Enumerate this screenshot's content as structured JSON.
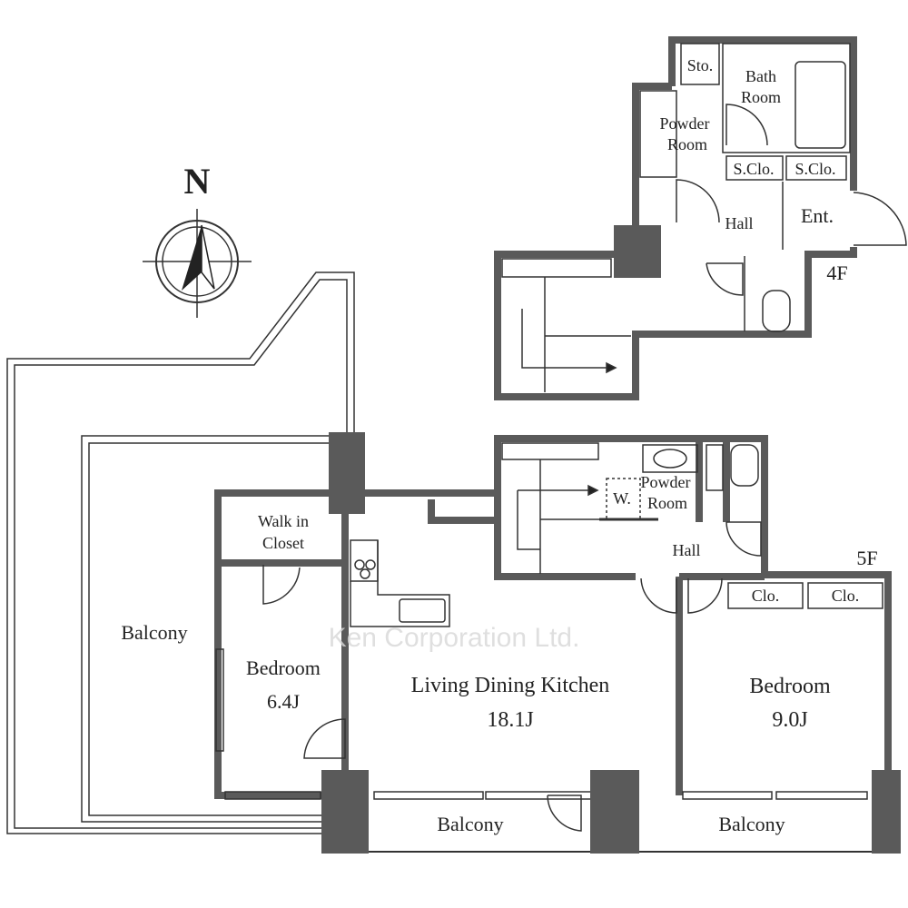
{
  "compass": {
    "north_label": "N"
  },
  "floor4": {
    "floor_label": "4F",
    "rooms": {
      "storage": "Sto.",
      "bath_line1": "Bath",
      "bath_line2": "Room",
      "powder_line1": "Powder",
      "powder_line2": "Room",
      "sclo1": "S.Clo.",
      "sclo2": "S.Clo.",
      "hall": "Hall",
      "entrance": "Ent."
    }
  },
  "floor5": {
    "floor_label": "5F",
    "rooms": {
      "walkin_line1": "Walk in",
      "walkin_line2": "Closet",
      "balcony_west": "Balcony",
      "bedroom1_name": "Bedroom",
      "bedroom1_size": "6.4J",
      "ldk_name": "Living Dining Kitchen",
      "ldk_size": "18.1J",
      "powder_line1": "Powder",
      "powder_line2": "Room",
      "washer": "W.",
      "hall": "Hall",
      "clo1": "Clo.",
      "clo2": "Clo.",
      "bedroom2_name": "Bedroom",
      "bedroom2_size": "9.0J",
      "balcony_south1": "Balcony",
      "balcony_south2": "Balcony"
    }
  },
  "watermark": "Ken Corporation Ltd."
}
